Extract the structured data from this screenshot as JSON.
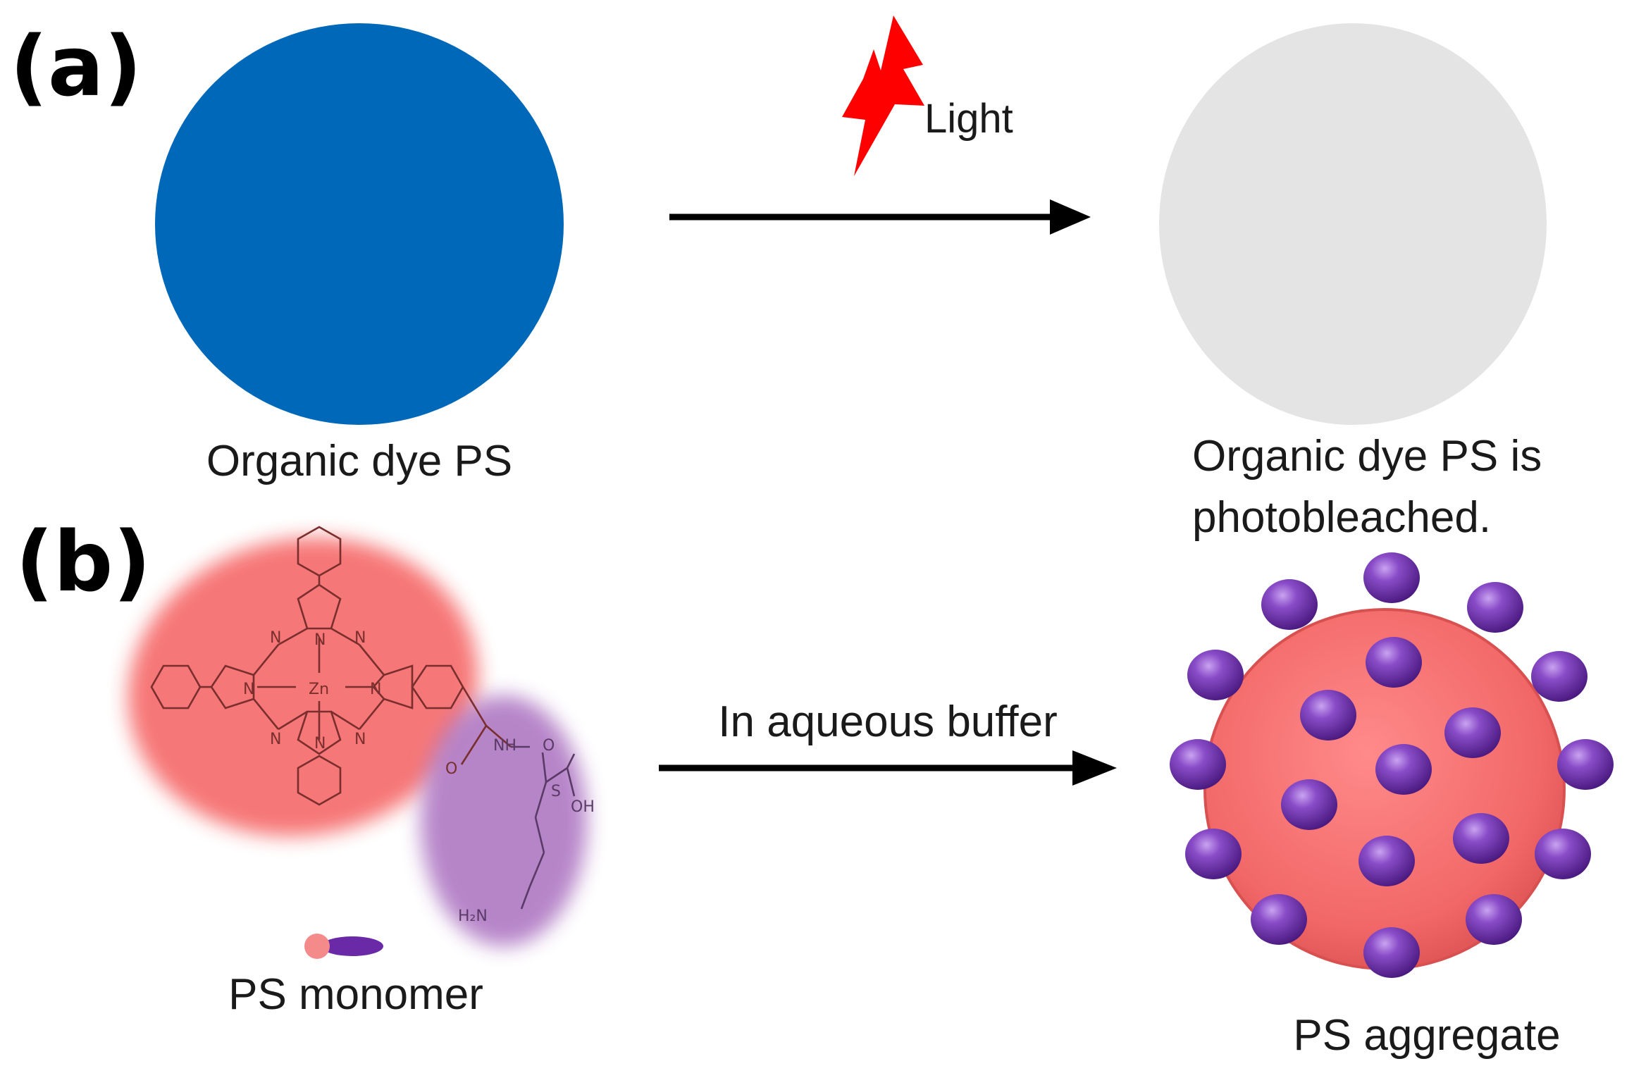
{
  "panels": {
    "a": {
      "label": "(a)",
      "left_caption": "Organic dye PS",
      "light_label": "Light",
      "right_caption_line1": "Organic dye PS is",
      "right_caption_line2": "photobleached."
    },
    "b": {
      "label": "(b)",
      "left_caption": "PS monomer",
      "arrow_label": "In aqueous buffer",
      "right_caption": "PS aggregate"
    }
  },
  "molecule": {
    "metal": "Zn",
    "atoms": {
      "n": "N",
      "nh": "NH",
      "o": "O",
      "oh": "OH",
      "amine": "H₂N",
      "sub": "S"
    }
  },
  "colors": {
    "dye": "#0068b8",
    "bleached": "#e4e4e4",
    "lightning": "#ff0000",
    "ps_red": "#f67070",
    "ps_purple": "#7a3fb0"
  }
}
